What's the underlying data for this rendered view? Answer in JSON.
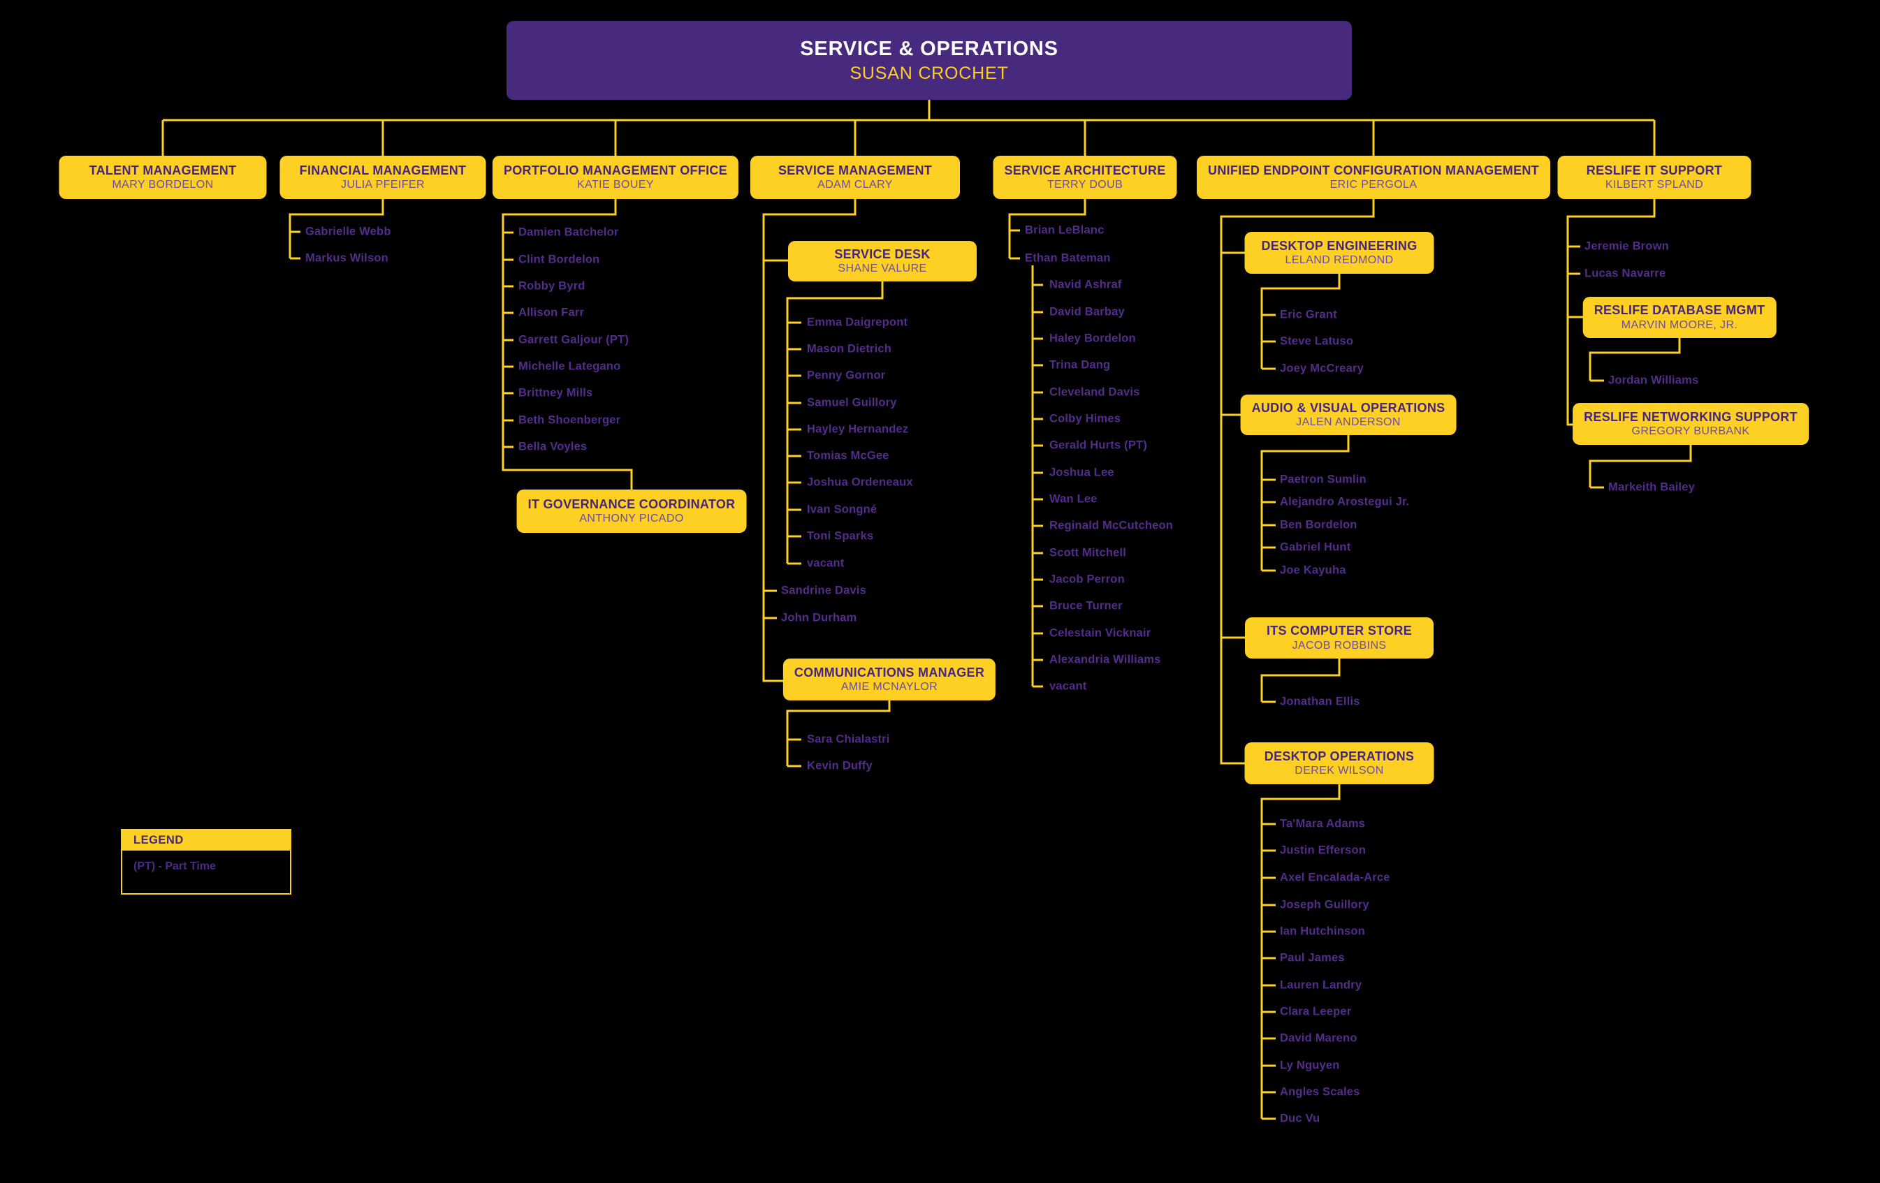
{
  "header": {
    "title": "SERVICE & OPERATIONS",
    "name": "SUSAN CROCHET"
  },
  "legend": {
    "title": "LEGEND",
    "note": "(PT) - Part Time"
  },
  "colors": {
    "background": "#000000",
    "gold": "#FDD023",
    "root_purple": "#472A7D",
    "box_title_purple": "#46257E",
    "box_name_purple": "#6C4BA5",
    "member_purple": "#532D8C",
    "root_title_white": "#FFFFFF"
  },
  "departments": [
    {
      "title": "TALENT MANAGEMENT",
      "name": "MARY BORDELON",
      "members": []
    },
    {
      "title": "FINANCIAL MANAGEMENT",
      "name": "JULIA PFEIFER",
      "members": [
        "Gabrielle Webb",
        "Markus Wilson"
      ]
    },
    {
      "title": "PORTFOLIO MANAGEMENT OFFICE",
      "name": "KATIE BOUEY",
      "members": [
        "Damien Batchelor",
        "Clint Bordelon",
        "Robby Byrd",
        "Allison Farr",
        "Garrett Galjour (PT)",
        "Michelle Lategano",
        "Brittney Mills",
        "Beth Shoenberger",
        "Bella Voyles"
      ]
    },
    {
      "title": "IT GOVERNANCE COORDINATOR",
      "name": "ANTHONY PICADO",
      "members": []
    },
    {
      "title": "SERVICE MANAGEMENT",
      "name": "ADAM CLARY",
      "members": [
        "Sandrine Davis",
        "John Durham"
      ]
    },
    {
      "title": "SERVICE DESK",
      "name": "SHANE VALURE",
      "members": [
        "Emma Daigrepont",
        "Mason Dietrich",
        "Penny Gornor",
        "Samuel Guillory",
        "Hayley Hernandez",
        "Tomias McGee",
        "Joshua Ordeneaux",
        "Ivan Songné",
        "Toni Sparks",
        "vacant"
      ]
    },
    {
      "title": "COMMUNICATIONS MANAGER",
      "name": "AMIE MCNAYLOR",
      "members": [
        "Sara Chialastri",
        "Kevin Duffy"
      ]
    },
    {
      "title": "SERVICE ARCHITECTURE",
      "name": "TERRY DOUB",
      "members": [
        "Brian LeBlanc",
        "Ethan Bateman"
      ],
      "team": [
        "Navid Ashraf",
        "David Barbay",
        "Haley Bordelon",
        "Trina Dang",
        "Cleveland Davis",
        "Colby Himes",
        "Gerald Hurts (PT)",
        "Joshua Lee",
        "Wan Lee",
        "Reginald McCutcheon",
        "Scott Mitchell",
        "Jacob Perron",
        "Bruce Turner",
        "Celestain Vicknair",
        "Alexandria Williams",
        "vacant"
      ]
    },
    {
      "title": "UNIFIED ENDPOINT CONFIGURATION MANAGEMENT",
      "name": "ERIC PERGOLA",
      "members": []
    },
    {
      "title": "DESKTOP ENGINEERING",
      "name": "LELAND REDMOND",
      "members": [
        "Eric Grant",
        "Steve Latuso",
        "Joey McCreary"
      ]
    },
    {
      "title": "AUDIO & VISUAL OPERATIONS",
      "name": "JALEN ANDERSON",
      "members": [
        "Paetron Sumlin",
        "Alejandro Arostegui Jr.",
        "Ben Bordelon",
        "Gabriel Hunt",
        "Joe Kayuha"
      ]
    },
    {
      "title": "ITS COMPUTER STORE",
      "name": "JACOB ROBBINS",
      "members": [
        "Jonathan Ellis"
      ]
    },
    {
      "title": "DESKTOP OPERATIONS",
      "name": "DEREK WILSON",
      "members": [
        "Ta'Mara Adams",
        "Justin Efferson",
        "Axel Encalada-Arce",
        "Joseph Guillory",
        "Ian Hutchinson",
        "Paul James",
        "Lauren Landry",
        "Clara Leeper",
        "David Mareno",
        "Ly Nguyen",
        "Angles Scales",
        "Duc Vu"
      ]
    },
    {
      "title": "RESLIFE IT SUPPORT",
      "name": "KILBERT SPLAND",
      "members": [
        "Jeremie Brown",
        "Lucas Navarre"
      ]
    },
    {
      "title": "RESLIFE DATABASE MGMT",
      "name": "MARVIN MOORE, JR.",
      "members": [
        "Jordan Williams"
      ]
    },
    {
      "title": "RESLIFE NETWORKING SUPPORT",
      "name": "GREGORY BURBANK",
      "members": [
        "Markeith Bailey"
      ]
    }
  ]
}
